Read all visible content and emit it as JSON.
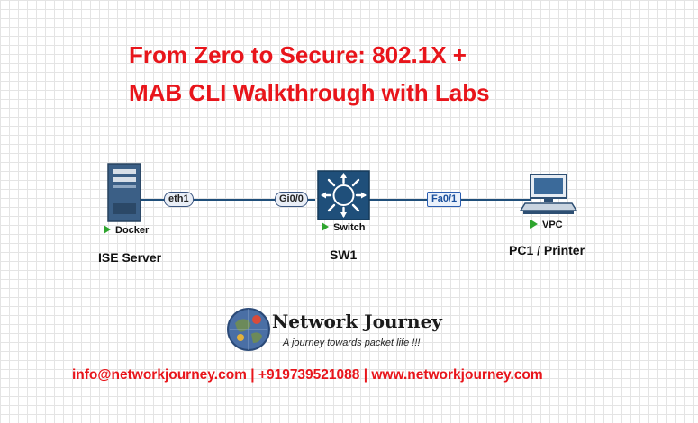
{
  "title": {
    "line1": "From Zero to Secure: 802.1X +",
    "line2": "MAB CLI Walkthrough with Labs"
  },
  "nodes": {
    "ise": {
      "name": "ISE Server",
      "type_tag": "Docker",
      "icon": "server-icon"
    },
    "switch": {
      "name": "SW1",
      "type_tag": "Switch",
      "icon": "switch-icon"
    },
    "pc": {
      "name": "PC1 / Printer",
      "type_tag": "VPC",
      "icon": "pc-icon"
    }
  },
  "links": [
    {
      "from": "ISE Server",
      "to": "SW1",
      "from_port": "eth1",
      "to_port": "Gi0/0"
    },
    {
      "from": "SW1",
      "to": "PC1 / Printer",
      "from_port": "Fa0/1"
    }
  ],
  "brand": {
    "name": "Network Journey",
    "tagline": "A journey towards packet life !!!",
    "logo_icon": "globe-icon"
  },
  "contact": "info@networkjourney.com | +919739521088 | www.networkjourney.com",
  "colors": {
    "title": "#e8151b",
    "link": "#1f4f7a",
    "status": "#2ea52e",
    "switch": "#1f4f7a"
  }
}
